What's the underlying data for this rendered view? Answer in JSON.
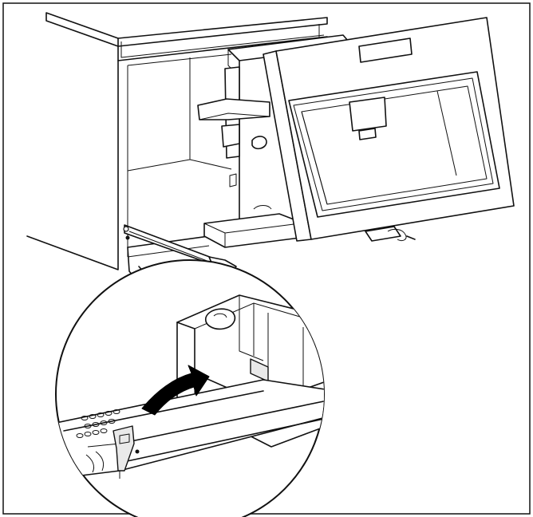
{
  "figure": {
    "title": "",
    "colors": {
      "line": "#111111",
      "background": "#ffffff",
      "shade": "#e9e9e9",
      "arrow": "#000000"
    },
    "parts": [
      "cabinet",
      "coffee-machine-appliance",
      "appliance-front-panel",
      "drip-tray",
      "telescopic-runner",
      "runner-latch",
      "magnifier-detail-circle",
      "rotation-arrow"
    ]
  }
}
